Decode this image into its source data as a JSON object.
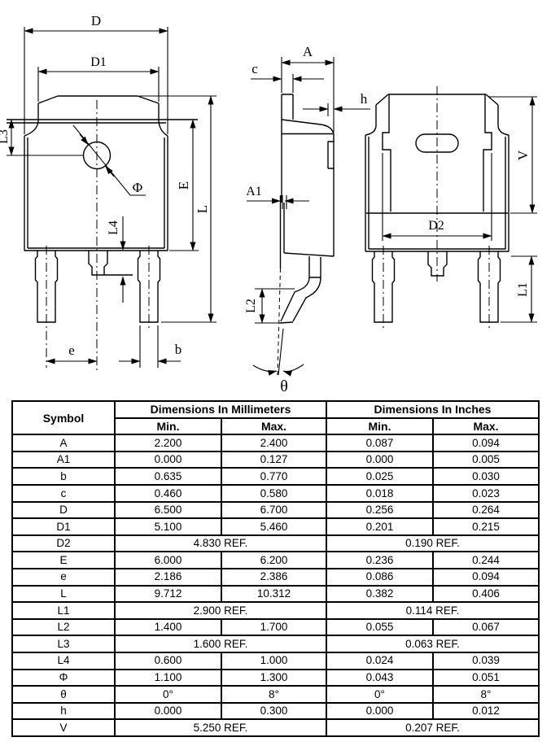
{
  "colors": {
    "ink": "#000000",
    "paper": "#ffffff"
  },
  "drawing": {
    "labels": {
      "D": "D",
      "D1": "D1",
      "L3": "L3",
      "phi": "Φ",
      "E": "E",
      "L": "L",
      "L4": "L4",
      "e": "e",
      "b": "b",
      "A": "A",
      "c": "c",
      "h": "h",
      "A1": "A1",
      "L2": "L2",
      "theta": "θ",
      "V": "V",
      "D2": "D2",
      "L1": "L1"
    }
  },
  "table": {
    "headers": {
      "symbol": "Symbol",
      "mm": "Dimensions In Millimeters",
      "inch": "Dimensions In Inches",
      "min": "Min.",
      "max": "Max."
    },
    "rows": [
      {
        "symbol": "A",
        "mm_min": "2.200",
        "mm_max": "2.400",
        "in_min": "0.087",
        "in_max": "0.094"
      },
      {
        "symbol": "A1",
        "mm_min": "0.000",
        "mm_max": "0.127",
        "in_min": "0.000",
        "in_max": "0.005"
      },
      {
        "symbol": "b",
        "mm_min": "0.635",
        "mm_max": "0.770",
        "in_min": "0.025",
        "in_max": "0.030"
      },
      {
        "symbol": "c",
        "mm_min": "0.460",
        "mm_max": "0.580",
        "in_min": "0.018",
        "in_max": "0.023"
      },
      {
        "symbol": "D",
        "mm_min": "6.500",
        "mm_max": "6.700",
        "in_min": "0.256",
        "in_max": "0.264"
      },
      {
        "symbol": "D1",
        "mm_min": "5.100",
        "mm_max": "5.460",
        "in_min": "0.201",
        "in_max": "0.215"
      },
      {
        "symbol": "D2",
        "mm_ref": "4.830 REF.",
        "in_ref": "0.190 REF."
      },
      {
        "symbol": "E",
        "mm_min": "6.000",
        "mm_max": "6.200",
        "in_min": "0.236",
        "in_max": "0.244"
      },
      {
        "symbol": "e",
        "mm_min": "2.186",
        "mm_max": "2.386",
        "in_min": "0.086",
        "in_max": "0.094"
      },
      {
        "symbol": "L",
        "mm_min": "9.712",
        "mm_max": "10.312",
        "in_min": "0.382",
        "in_max": "0.406"
      },
      {
        "symbol": "L1",
        "mm_ref": "2.900 REF.",
        "in_ref": "0.114 REF."
      },
      {
        "symbol": "L2",
        "mm_min": "1.400",
        "mm_max": "1.700",
        "in_min": "0.055",
        "in_max": "0.067"
      },
      {
        "symbol": "L3",
        "mm_ref": "1.600 REF.",
        "in_ref": "0.063 REF."
      },
      {
        "symbol": "L4",
        "mm_min": "0.600",
        "mm_max": "1.000",
        "in_min": "0.024",
        "in_max": "0.039"
      },
      {
        "symbol": "Φ",
        "mm_min": "1.100",
        "mm_max": "1.300",
        "in_min": "0.043",
        "in_max": "0.051"
      },
      {
        "symbol": "θ",
        "mm_min": "0°",
        "mm_max": "8°",
        "in_min": "0°",
        "in_max": "8°"
      },
      {
        "symbol": "h",
        "mm_min": "0.000",
        "mm_max": "0.300",
        "in_min": "0.000",
        "in_max": "0.012"
      },
      {
        "symbol": "V",
        "mm_ref": "5.250 REF.",
        "in_ref": "0.207 REF."
      }
    ]
  }
}
